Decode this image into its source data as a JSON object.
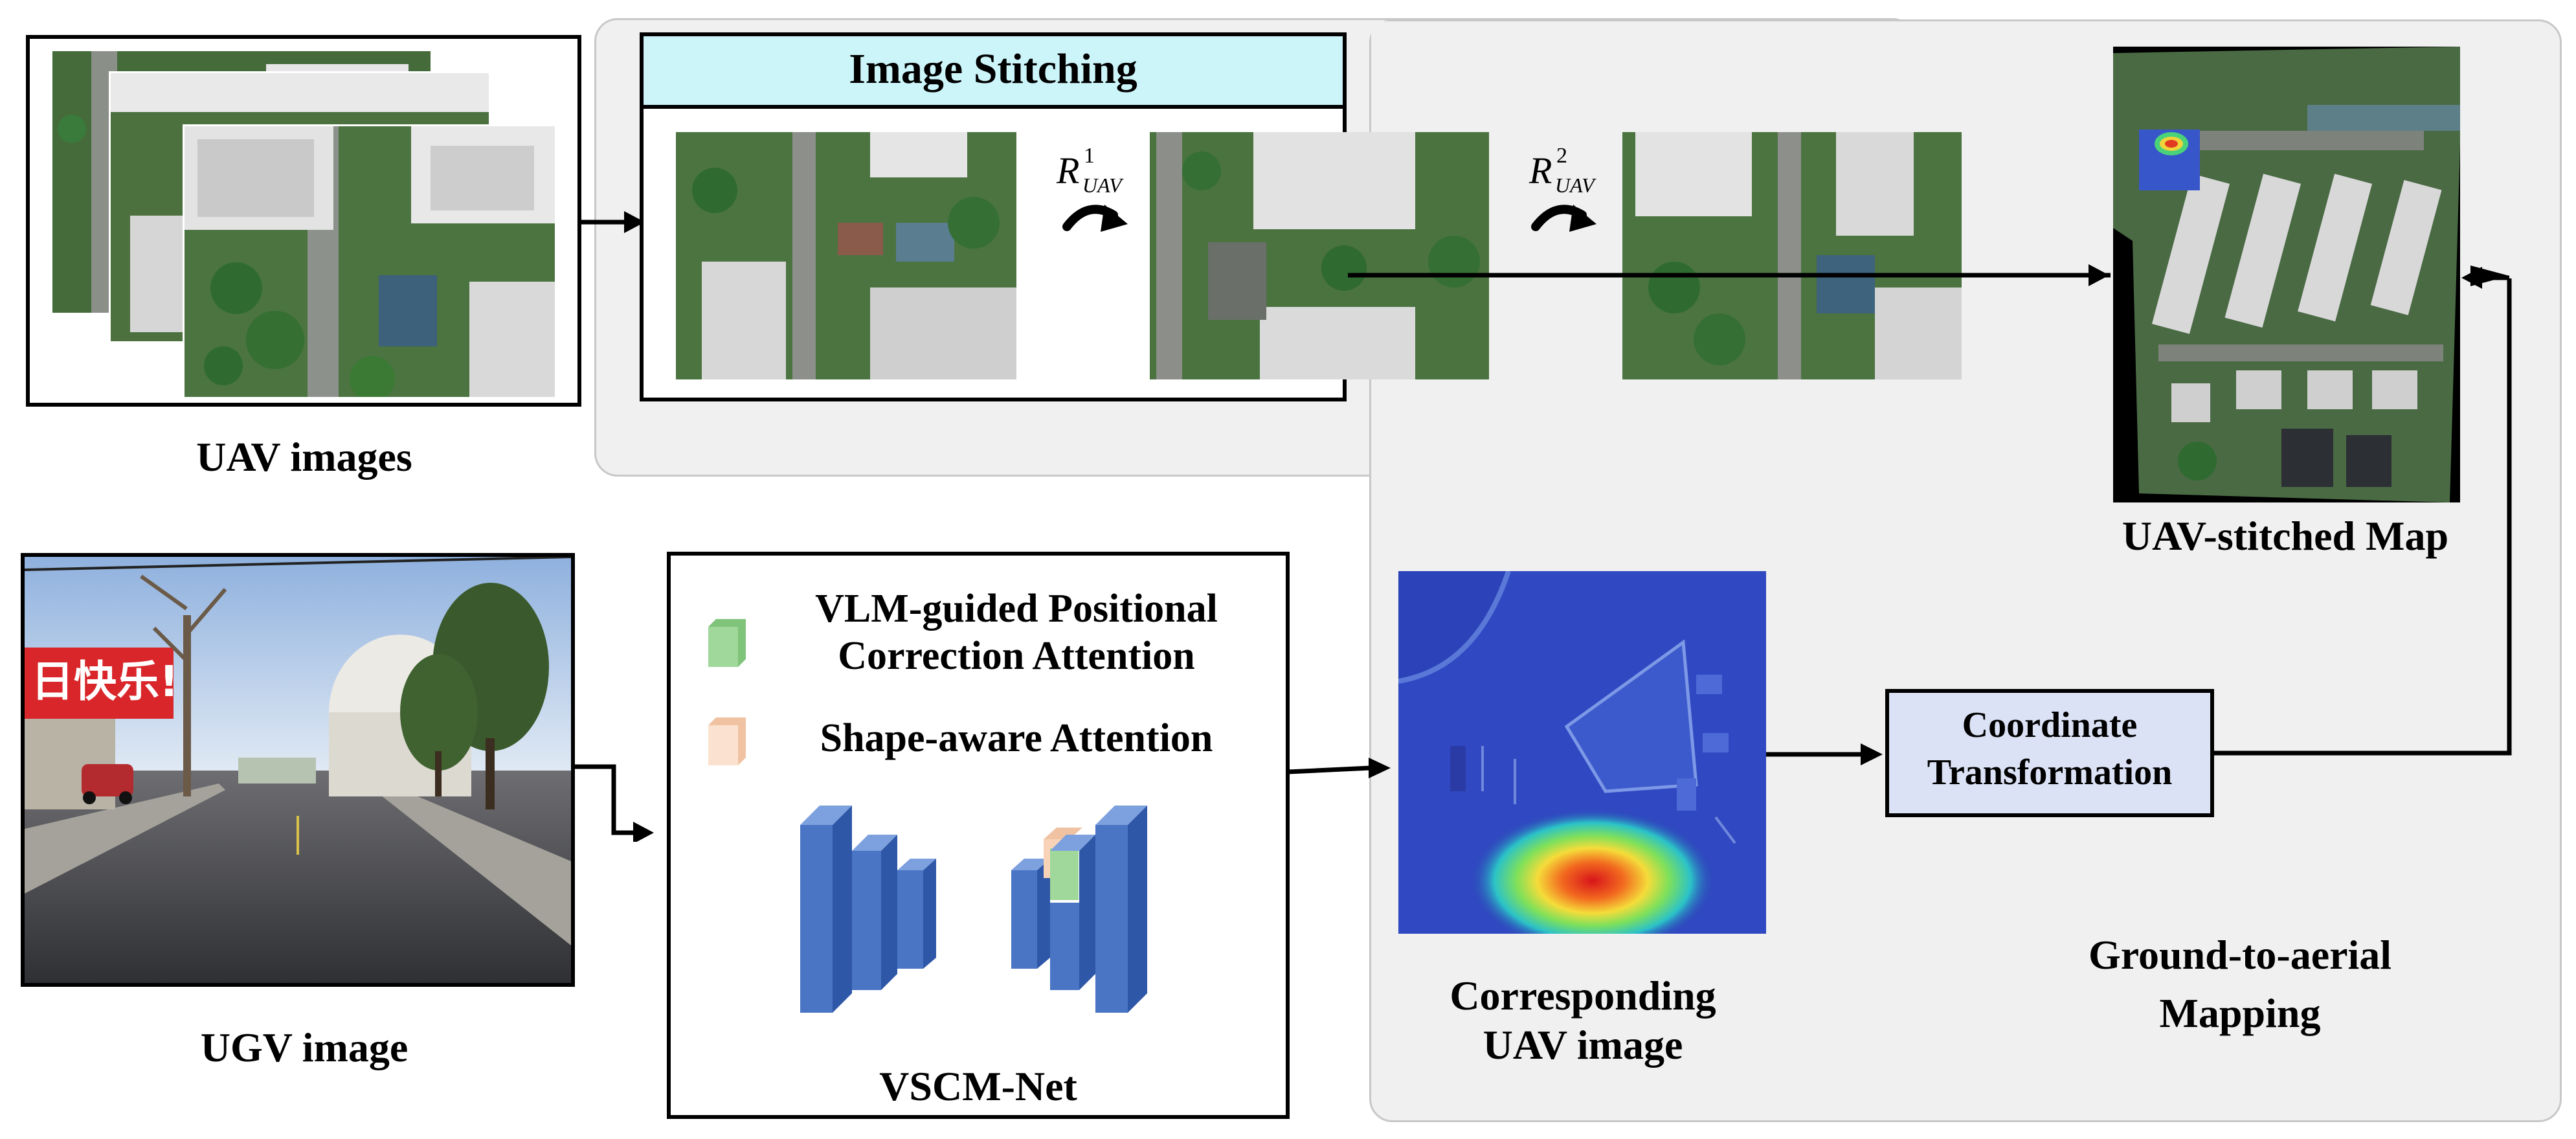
{
  "labels": {
    "uav_images": "UAV images",
    "ugv_image": "UGV image",
    "image_stitching": "Image Stitching",
    "uav_stitched_map": "UAV-stitched Map",
    "vlm_attention_line1": "VLM-guided Positional",
    "vlm_attention_line2": "Correction Attention",
    "shape_attention": "Shape-aware Attention",
    "vscm_net": "VSCM-Net",
    "corresponding_line1": "Corresponding",
    "corresponding_line2": "UAV image",
    "coord_line1": "Coordinate",
    "coord_line2": "Transformation",
    "g2a_line1": "Ground-to-aerial",
    "g2a_line2": "Mapping",
    "r1_base": "R",
    "r1_sup": "1",
    "r1_sub": "UAV",
    "r2_base": "R",
    "r2_sup": "2",
    "r2_sub": "UAV"
  },
  "colors": {
    "stitch_header": "#ccf5fa",
    "coord_box": "#dce2f5",
    "panel_bg": "#f0f0f0",
    "network_blue": "#4a74c4",
    "legend_green": "#8fd18a",
    "legend_peach": "#f8d3b8"
  },
  "ugv_banner_text": "日快乐!"
}
